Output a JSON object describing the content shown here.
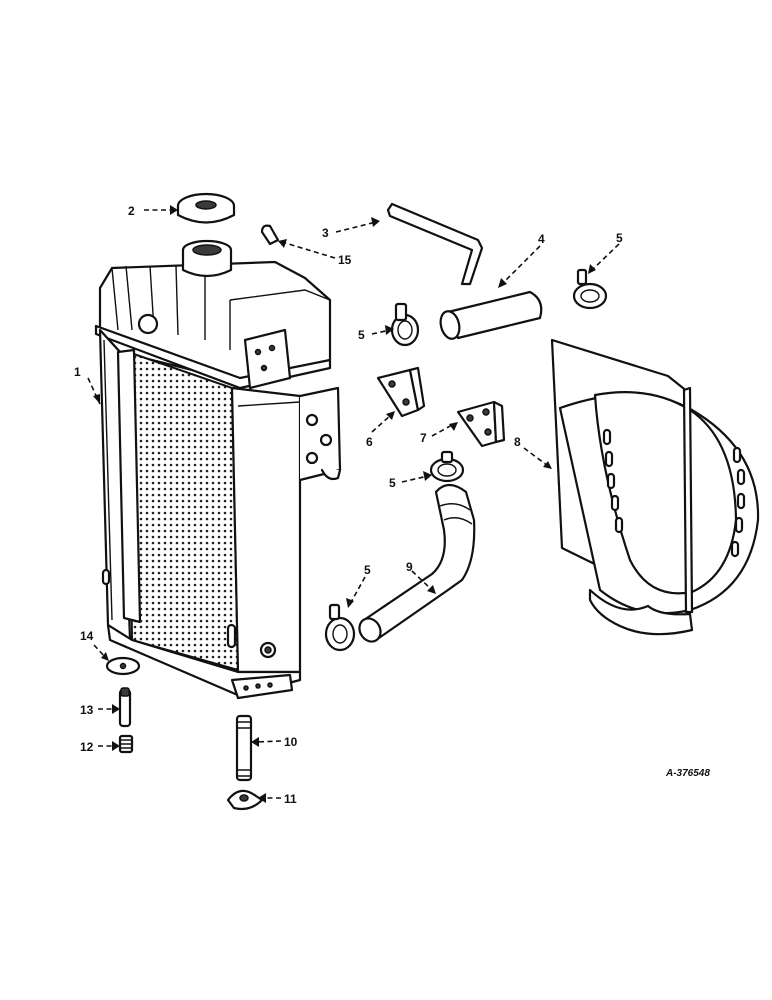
{
  "callouts": {
    "c1": "1",
    "c2": "2",
    "c3": "3",
    "c4": "4",
    "c5a": "5",
    "c5b": "5",
    "c5c": "5",
    "c5d": "5",
    "c6": "6",
    "c7": "7",
    "c8": "8",
    "c9": "9",
    "c10": "10",
    "c11": "11",
    "c12": "12",
    "c13": "13",
    "c14": "14",
    "c15": "15"
  },
  "drawing_ref": "A-376548"
}
